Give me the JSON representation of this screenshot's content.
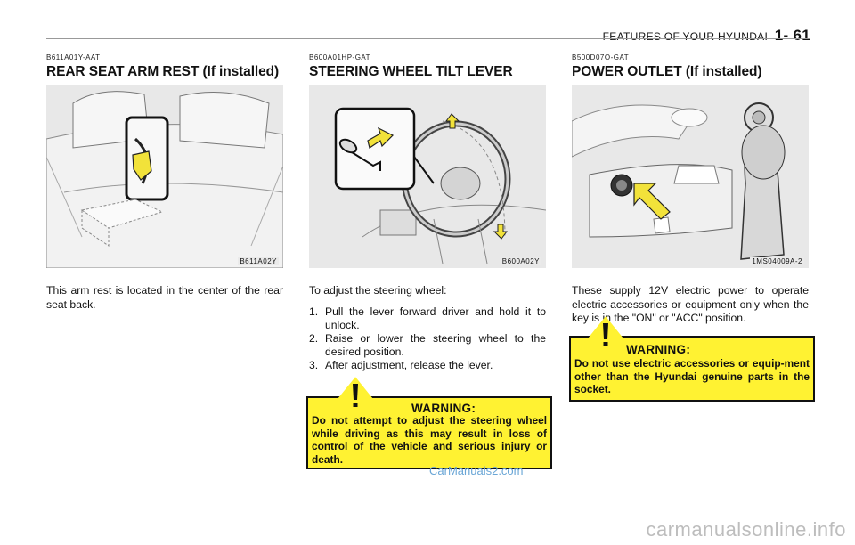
{
  "header": {
    "section": "FEATURES OF YOUR HYUNDAI",
    "page": "1- 61"
  },
  "sections": [
    {
      "code": "B611A01Y-AAT",
      "title": "REAR SEAT ARM REST (If installed)",
      "figure_label": "B611A02Y",
      "body": "This arm rest is located in the center of the rear seat  back."
    },
    {
      "code": "B600A01HP-GAT",
      "title": "STEERING WHEEL TILT LEVER",
      "figure_label": "B600A02Y",
      "body": "To adjust the steering wheel:",
      "steps": [
        {
          "n": "1.",
          "text": "Pull the lever forward driver and hold it to unlock."
        },
        {
          "n": "2.",
          "text": "Raise or lower the steering wheel to the desired position."
        },
        {
          "n": "3.",
          "text": "After adjustment, release the lever."
        }
      ],
      "warning": {
        "heading": "WARNING:",
        "text": "Do not attempt to adjust the steering wheel while driving as this may result in loss of control of the vehicle and serious injury or death."
      }
    },
    {
      "code": "B500D07O-GAT",
      "title": "POWER OUTLET (If installed)",
      "figure_label": "1MS04009A-2",
      "body": "These supply 12V electric power to operate electric accessories or equipment only when the key is in the \"ON\" or \"ACC\" position.",
      "warning": {
        "heading": "WARNING:",
        "text": "Do not use electric accessories or equip-ment other than the Hyundai genuine parts in the socket."
      }
    }
  ],
  "watermark": "CarManuals2.com",
  "footer": "carmanualsonline.info",
  "colors": {
    "warning_bg": "#fff232",
    "arrow": "#f2e23a"
  }
}
